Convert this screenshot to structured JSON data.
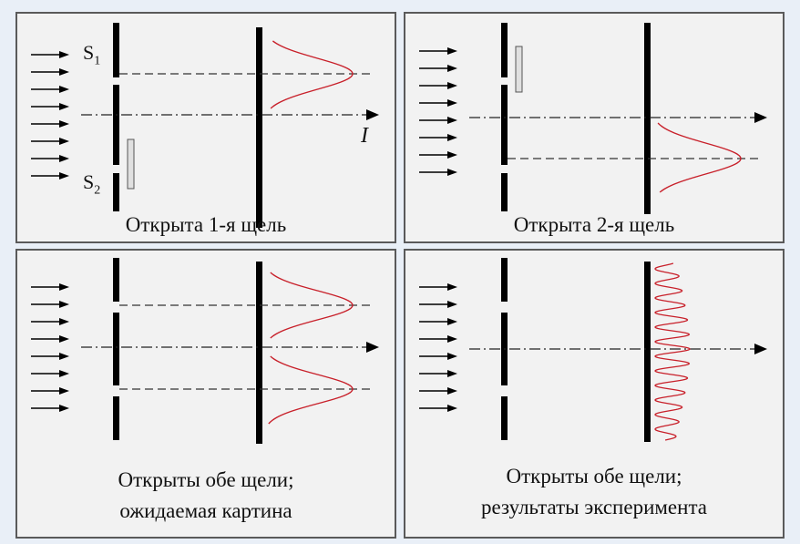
{
  "panels": {
    "top_left": {
      "caption": "Открыта 1-я щель",
      "slit1_label": "S",
      "slit1_sub": "1",
      "slit2_label": "S",
      "slit2_sub": "2",
      "axis_label": "I"
    },
    "top_right": {
      "caption": "Открыта 2-я щель"
    },
    "bottom_left": {
      "caption_line1": "Открыты обе щели;",
      "caption_line2": "ожидаемая картина"
    },
    "bottom_right": {
      "caption_line1": "Открыты обе щели;",
      "caption_line2": "результаты эксперимента"
    }
  },
  "colors": {
    "curve": "#c8202a",
    "bar": "#000000",
    "panel_bg": "#f2f2f2",
    "page_bg": "#e9eff7"
  }
}
